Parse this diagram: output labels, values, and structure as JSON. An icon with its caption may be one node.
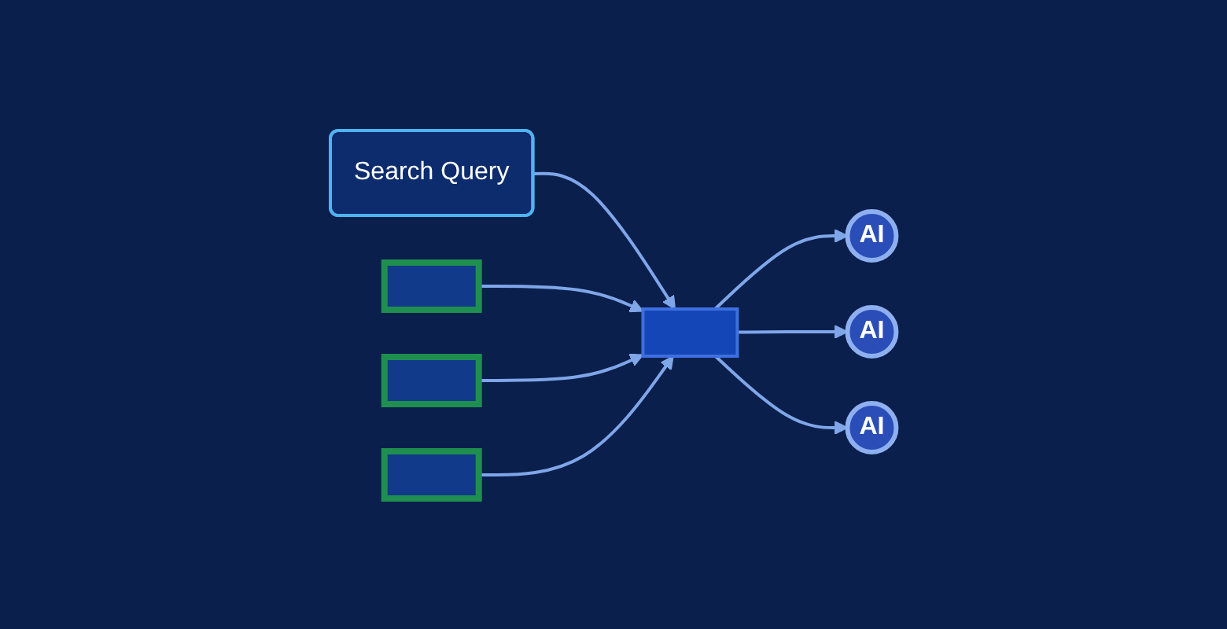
{
  "diagram": {
    "nodes": [
      {
        "text": [
          "Search Query"
        ]
      },
      {
        "text": [],
        "shape": "box"
      },
      {
        "text": [],
        "shape": "box"
      },
      {
        "text": [],
        "shape": "box"
      },
      {
        "text": [],
        "shape": "box"
      },
      {
        "text": [
          "AI"
        ]
      },
      {
        "text": [
          "AI"
        ]
      },
      {
        "text": [
          "AI"
        ]
      }
    ],
    "edges": [
      {
        "from": 0,
        "to": 4,
        "arrow": "to"
      },
      {
        "from": 1,
        "to": 4,
        "arrow": "to"
      },
      {
        "from": 2,
        "to": 4,
        "arrow": "to"
      },
      {
        "from": 3,
        "to": 4,
        "arrow": "to"
      },
      {
        "from": 4,
        "to": 5,
        "arrow": "to"
      },
      {
        "from": 4,
        "to": 6,
        "arrow": "to"
      },
      {
        "from": 4,
        "to": 7,
        "arrow": "to"
      }
    ]
  }
}
